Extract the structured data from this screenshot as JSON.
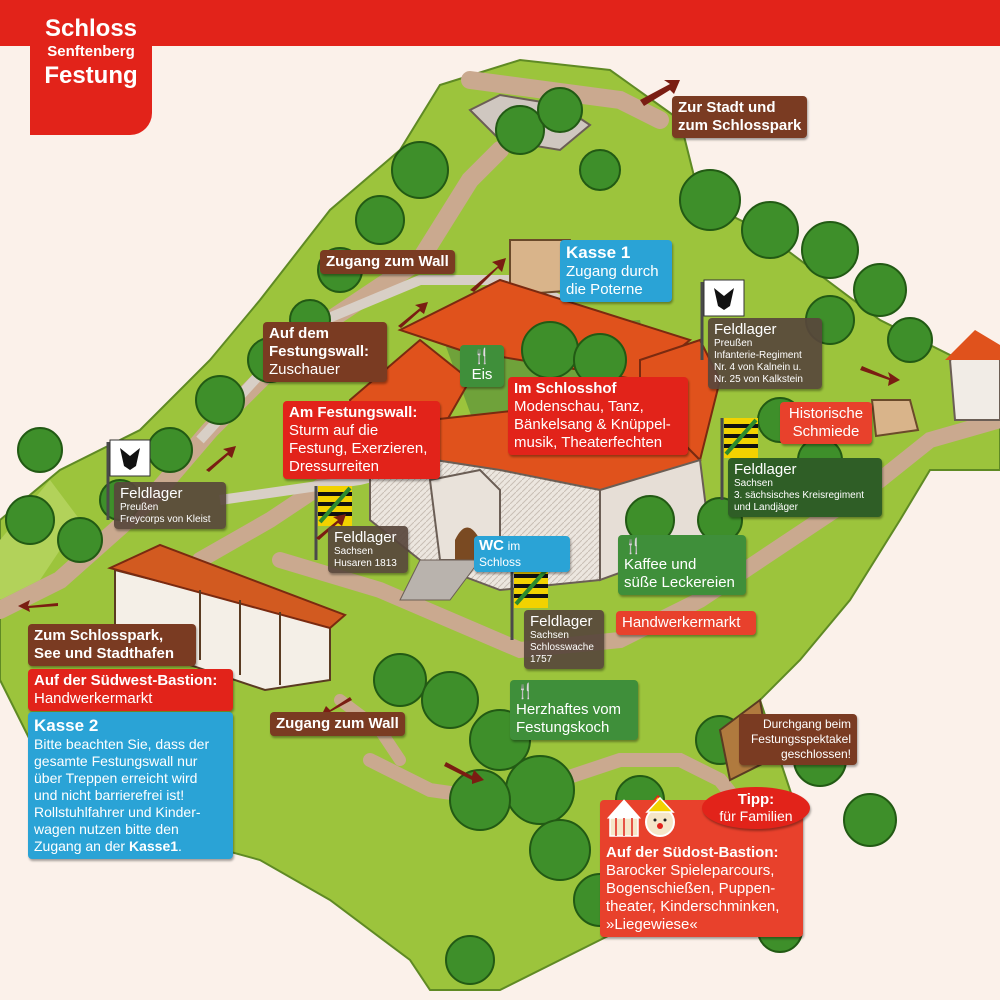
{
  "title": {
    "line1": "Schloss",
    "line2": "Senftenberg",
    "line3": "Festung"
  },
  "labels": {
    "zur_stadt": {
      "line1": "Zur Stadt und",
      "line2": "zum Schlosspark"
    },
    "zugang_wall_top": "Zugang zum Wall",
    "kasse1": {
      "head": "Kasse 1",
      "line1": "Zugang durch",
      "line2": "die Poterne"
    },
    "festungswall_zuschauer": {
      "head1": "Auf dem",
      "head2": "Festungswall:",
      "text": "Zuschauer"
    },
    "eis": "Eis",
    "schlosshof": {
      "head": "Im Schlosshof",
      "line1": "Modenschau, Tanz,",
      "line2": "Bänkelsang & Knüppel-",
      "line3": "musik, Theaterfechten"
    },
    "am_festungswall": {
      "head": "Am Festungswall:",
      "line1": "Sturm auf die",
      "line2": "Festung, Exerzieren,",
      "line3": "Dressurreiten"
    },
    "feldlager_preussen_kalnein": {
      "head": "Feldlager",
      "line1": "Preußen",
      "line2": "Infanterie-Regiment",
      "line3": "Nr. 4 von Kalnein u.",
      "line4": "Nr. 25 von Kalkstein"
    },
    "historische_schmiede": {
      "line1": "Historische",
      "line2": "Schmiede"
    },
    "feldlager_sachsen_kreis": {
      "head": "Feldlager",
      "line1": "Sachsen",
      "line2": "3. sächsisches Kreisregiment",
      "line3": "und Landjäger"
    },
    "feldlager_preussen_kleist": {
      "head": "Feldlager",
      "line1": "Preußen",
      "line2": "Freycorps von Kleist"
    },
    "feldlager_sachsen_husaren": {
      "head": "Feldlager",
      "line1": "Sachsen",
      "line2": "Husaren 1813"
    },
    "wc": {
      "head": "WC",
      "text": "im Schloss"
    },
    "kaffee": {
      "line1": "Kaffee und",
      "line2": "süße Leckereien"
    },
    "handwerkermarkt_right": "Handwerkermarkt",
    "feldlager_sachsen_schlosswache": {
      "head": "Feldlager",
      "line1": "Sachsen",
      "line2": "Schlosswache",
      "line3": "1757"
    },
    "zum_schlosspark": {
      "line1": "Zum Schlosspark,",
      "line2": "See und Stadthafen"
    },
    "suedwest_bastion": {
      "head": "Auf der Südwest-Bastion:",
      "text": "Handwerkermarkt"
    },
    "kasse2": {
      "head": "Kasse 2",
      "line1": "Bitte beachten Sie, dass der",
      "line2": "gesamte Festungswall nur",
      "line3": "über Treppen erreicht wird",
      "line4": "und nicht barrierefrei ist!",
      "line5": "Rollstuhlfahrer und Kinder-",
      "line6": "wagen nutzen bitte den",
      "line7": "Zugang an der",
      "line7_bold": "Kasse1",
      "line7_end": "."
    },
    "zugang_wall_bottom": "Zugang zum Wall",
    "herzhaftes": {
      "line1": "Herzhaftes vom",
      "line2": "Festungskoch"
    },
    "durchgang": {
      "line1": "Durchgang beim",
      "line2": "Festungsspektakel",
      "line3": "geschlossen!"
    },
    "tipp": {
      "head": "Tipp:",
      "text": "für Familien"
    },
    "suedost_bastion": {
      "head": "Auf der Südost-Bastion:",
      "line1": "Barocker Spieleparcours,",
      "line2": "Bogenschießen, Puppen-",
      "line3": "theater, Kinderschminken,",
      "line4": "»Liegewiese«"
    }
  },
  "icons": {
    "food": "fork-plate-knife-icon",
    "flag_prussia": "prussian-eagle-flag-icon",
    "flag_saxony": "saxon-flag-icon",
    "arrow": "arrow-icon",
    "carousel": "carousel-icon",
    "clown": "clown-icon"
  },
  "colors": {
    "brand_red": "#e2231a",
    "label_brown": "#7a3b22",
    "label_blue": "#2aa3d6",
    "label_green": "#3f8f3a",
    "grass": "#9cc43c",
    "path": "#caa98f",
    "roof": "#e0521c",
    "tree": "#3e8f2a"
  }
}
